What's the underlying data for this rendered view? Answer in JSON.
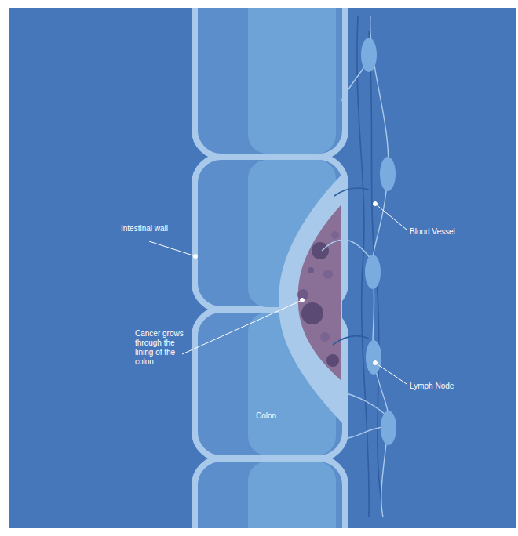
{
  "diagram": {
    "labels": [
      "Intestinal wall",
      "Blood Vessel",
      "Cancer grows through the lining of the colon",
      "Lymph Node",
      "Colon"
    ]
  }
}
